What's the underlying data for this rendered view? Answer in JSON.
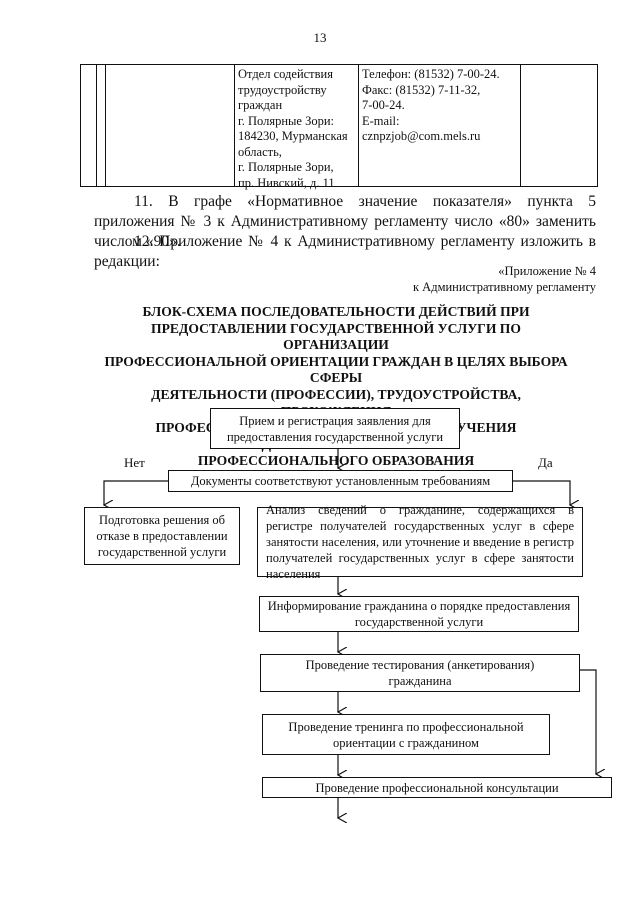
{
  "page_number": "13",
  "table": {
    "col_org": "Отдел содействия\nтрудоустройству\nграждан\nг. Полярные Зори:\n184230, Мурманская\nобласть,\nг. Полярные Зори,\nпр. Нивский, д. 11",
    "col_contacts": "Телефон: (81532) 7-00-24.\nФакс: (81532) 7-11-32,\n7-00-24.\nE-mail:\ncznpzjob@com.mels.ru"
  },
  "paragraphs": {
    "p11": "11. В графе «Нормативное значение показателя» пункта 5 приложения № 3 к Административному регламенту число «80» заменить числом «90».",
    "p12": "12. Приложение № 4 к Административному регламенту изложить в редакции:"
  },
  "appendix_note": {
    "line1": "«Приложение № 4",
    "line2": "к Административному регламенту"
  },
  "flowchart_title": {
    "line1": "БЛОК-СХЕМА ПОСЛЕДОВАТЕЛЬНОСТИ ДЕЙСТВИЙ ПРИ",
    "line2": "ПРЕДОСТАВЛЕНИИ ГОСУДАРСТВЕННОЙ УСЛУГИ ПО ОРГАНИЗАЦИИ",
    "line3": "ПРОФЕССИОНАЛЬНОЙ ОРИЕНТАЦИИ ГРАЖДАН В ЦЕЛЯХ ВЫБОРА СФЕРЫ",
    "line4": "ДЕЯТЕЛЬНОСТИ (ПРОФЕССИИ), ТРУДОУСТРОЙСТВА, ПРОХОЖДЕНИЯ",
    "line5": "ПРОФЕССИОНАЛЬНОГО ОБУЧЕНИЯ И ПОЛУЧЕНИЯ ДОПОЛНИТЕЛЬНОГО",
    "line6": "ПРОФЕССИОНАЛЬНОГО ОБРАЗОВАНИЯ"
  },
  "flowchart": {
    "label_no": "Нет",
    "label_yes": "Да",
    "step_receive": "Прием и регистрация заявления для предоставления государственной услуги",
    "step_check": "Документы соответствуют установленным требованиям",
    "step_refusal": "Подготовка решения об отказе в предоставлении государственной услуги",
    "step_analysis": "Анализ сведений о гражданине, содержащихся в регистре получателей государственных услуг в сфере занятости населения, или уточнение и введение в регистр получателей государственных услуг в сфере занятости населения",
    "step_inform": "Информирование гражданина о порядке предоставления государственной услуги",
    "step_testing": "Проведение тестирования (анкетирования) гражданина",
    "step_training": "Проведение тренинга по профессиональной ориентации с гражданином",
    "step_consult": "Проведение профессиональной консультации"
  }
}
